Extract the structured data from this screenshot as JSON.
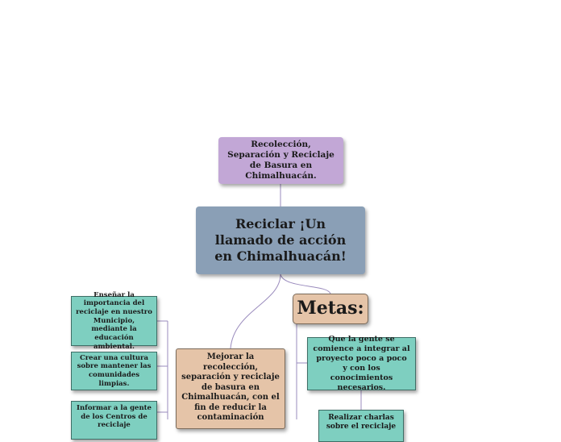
{
  "colors": {
    "purple": "#c2a7d6",
    "slate": "#8a9fb6",
    "tan": "#e5c4a8",
    "teal": "#7ecfc0",
    "line": "#9a8bbd"
  },
  "nodes": {
    "top": "Recolección, Separación y Reciclaje de Basura en Chimalhuacán.",
    "center": "Reciclar ¡Un llamado de acción en Chimalhuacán!",
    "metas": "Metas:",
    "objective": "Mejorar la recolección, separación y reciclaje de basura en Chimalhuacán, con el fin de reducir la contaminación",
    "left1": "Enseñar la importancia del reciclaje en nuestro Municipio, mediante la educación ambiental.",
    "left2": "Crear una cultura sobre mantener las comunidades limpias.",
    "left3": "Informar a la gente de los Centros de reciclaje",
    "goal1": "Que la gente se comience a integrar al proyecto poco a poco y con los conocimientos necesarios.",
    "goal2": "Realizar charlas sobre el reciclaje"
  }
}
